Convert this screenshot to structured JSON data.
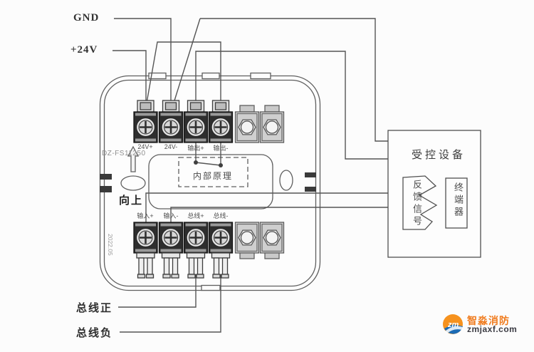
{
  "page": {
    "background": "#fcfcfc",
    "line_color": "#5f5f5f"
  },
  "labels": {
    "gnd": "GND",
    "plus24v": "+24V",
    "model": "DZ-FS11250",
    "orientation_up": "向上",
    "date_code": "2022.05",
    "internal_diagram": "内部原理",
    "bus_positive": "总线正",
    "bus_negative": "总线负"
  },
  "device": {
    "top_terminals": [
      "24V+",
      "24V-",
      "输出+",
      "输出-"
    ],
    "bottom_terminals": [
      "输入+",
      "输入-",
      "总线+",
      "总线-"
    ]
  },
  "controlled_device": {
    "title": "受控设备",
    "feedback_signal": "反馈信号",
    "terminator": "终端器"
  },
  "watermark": {
    "brand": "智淼消防",
    "site": "zmjaxf.com",
    "brand_color": "#f07b1d",
    "site_color": "#3c3c44",
    "icon": "zm-logo-icon"
  }
}
